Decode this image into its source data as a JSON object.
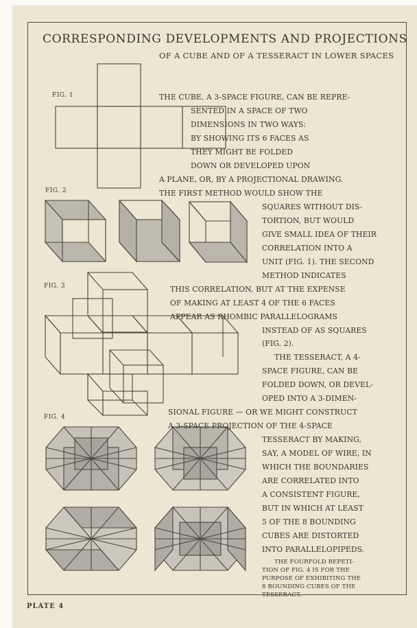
{
  "title": "CORRESPONDING DEVELOPMENTS AND PROJECTIONS",
  "subtitle": "OF A CUBE AND OF A TESSERACT IN LOWER SPACES",
  "figure_labels": [
    "FIG. 1",
    "FIG. 2",
    "FIG. 3",
    "FIG. 4"
  ],
  "body_lines": [
    "THE CUBE, A 3-SPACE FIGURE, CAN BE REPRE-",
    "SENTED IN A SPACE OF TWO",
    "DIMENSIONS IN TWO WAYS:",
    "BY SHOWING ITS 6 FACES AS",
    "THEY MIGHT BE FOLDED",
    "DOWN OR DEVELOPED UPON",
    "A PLANE, OR, BY A PROJECTIONAL DRAWING.",
    "THE FIRST METHOD WOULD SHOW THE",
    "SQUARES WITHOUT DIS-",
    "TORTION, BUT WOULD",
    "GIVE SMALL IDEA OF THEIR",
    "CORRELATION INTO A",
    "UNIT (FIG. 1). THE SECOND",
    "METHOD INDICATES",
    "THIS CORRELATION, BUT AT THE EXPENSE",
    "OF MAKING AT LEAST 4 OF THE 6 FACES",
    "APPEAR AS RHOMBIC PARALLELOGRAMS",
    "INSTEAD OF AS SQUARES",
    "(FIG. 2).",
    "THE TESSERACT, A 4-",
    "SPACE FIGURE, CAN BE",
    "FOLDED DOWN, OR DEVEL-",
    "OPED INTO A 3-DIMEN-",
    "SIONAL FIGURE — OR WE MIGHT CONSTRUCT",
    "A 3-SPACE PROJECTION OF THE 4-SPACE",
    "TESSERACT BY MAKING,",
    "SAY, A MODEL OF WIRE, IN",
    "WHICH THE BOUNDARIES",
    "ARE CORRELATED INTO",
    "A CONSISTENT FIGURE,",
    "BUT IN WHICH AT LEAST",
    "5 OF THE 8 BOUNDING",
    "CUBES ARE DISTORTED",
    "INTO PARALLELOPIPEDS."
  ],
  "caption_lines": [
    "THE FOURFOLD REPETI-",
    "TION OF FIG. 4 IS FOR THE",
    "PURPOSE OF EXHIBITING THE",
    "8 BOUNDING CUBES OF THE",
    "TESSERACT."
  ],
  "plate_label": "PLATE 4",
  "colors": {
    "paper": "#ece6d3",
    "ink": "#4a473e",
    "shade": "#b4b0a8",
    "page_bg": "#fbfaf6"
  }
}
